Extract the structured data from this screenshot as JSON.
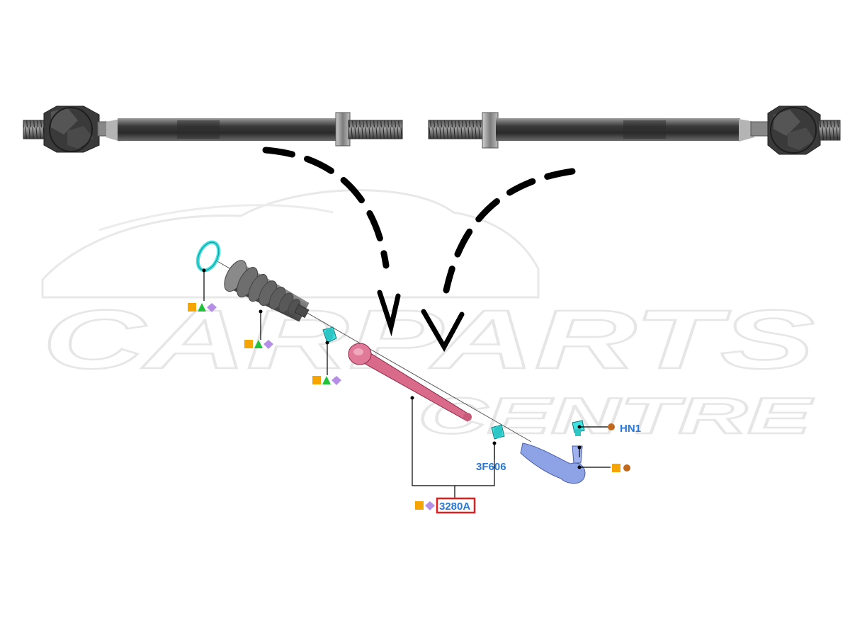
{
  "watermark": {
    "line1": "CARPARTS",
    "line2": "CENTRE"
  },
  "callouts": {
    "hn1": "HN1",
    "part_3f606": "3F606",
    "part_3280a": "3280A"
  },
  "colors": {
    "label_blue": "#2a78d6",
    "highlight_red": "#e02020",
    "square_orange": "#f5a400",
    "triangle_green": "#21c23a",
    "diamond_purple": "#b58ee6",
    "circle_brown": "#c0691e",
    "inner_rod_pink": "#d96a8a",
    "tie_rod_end_blue": "#8ea3e6",
    "bellows_grey": "#6b6b6b",
    "clip_cyan": "#40e0e0"
  },
  "icons": [
    "square-icon",
    "triangle-icon",
    "diamond-icon",
    "circle-icon"
  ]
}
